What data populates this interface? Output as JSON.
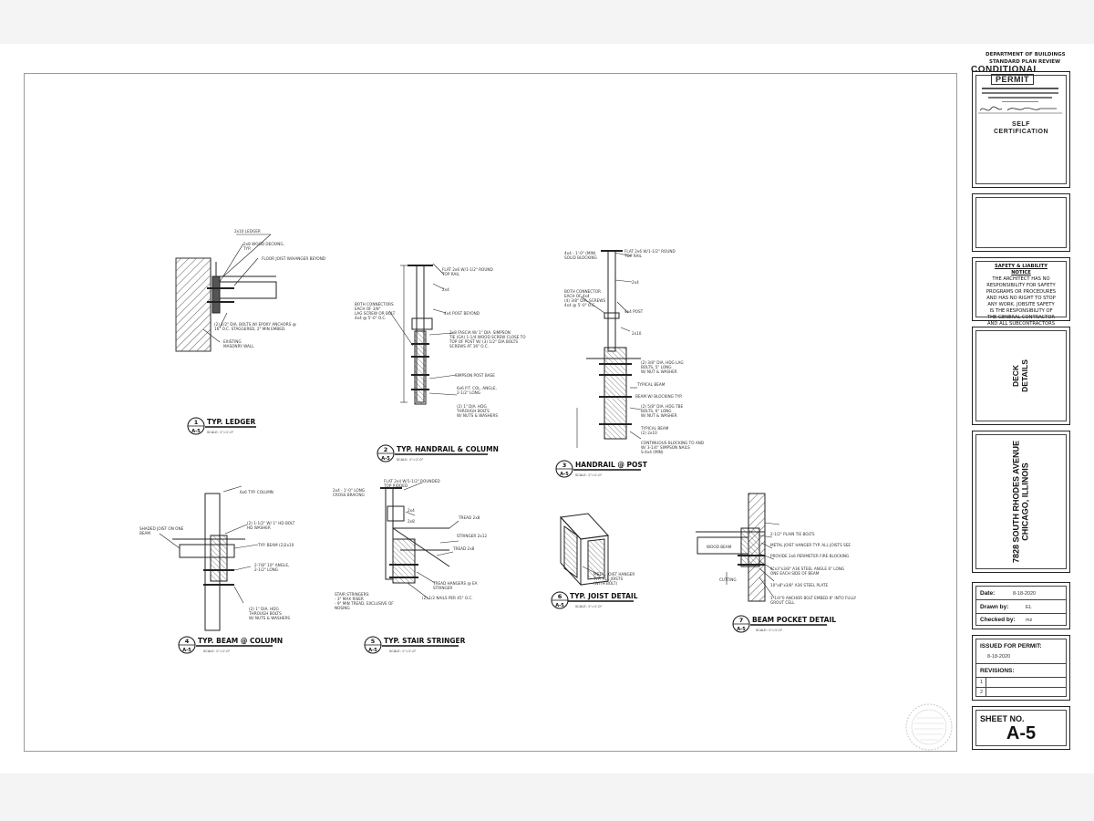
{
  "stamp": {
    "line1": "DEPARTMENT OF BUILDINGS",
    "line2": "STANDARD PLAN REVIEW",
    "title": "CONDITIONAL",
    "title2": "PERMIT",
    "self_cert": "SELF",
    "self_cert2": "CERTIFICATION"
  },
  "safety": {
    "heading": "SAFETY & LIABILITY",
    "heading2": "NOTICE",
    "body": [
      "THE ARCHITECT HAS NO",
      "RESPONSIBILITY FOR SAFETY",
      "PROGRAMS OR PROCEDURES",
      "AND HAS NO RIGHT TO STOP",
      "ANY WORK. JOBSITE SAFETY",
      "IS THE RESPONSIBILITY OF",
      "THE GENERAL CONTRACTOR",
      "AND ALL SUBCONTRACTORS"
    ]
  },
  "sheet_title": {
    "line1": "DECK",
    "line2": "DETAILS"
  },
  "address": {
    "line1": "7828 SOUTH RHODES AVENUE",
    "line2": "CHICAGO, ILLINOIS"
  },
  "info": {
    "date_label": "Date:",
    "date_value": "8-18-2020",
    "drawn_label": "Drawn by:",
    "drawn_value": "EL",
    "checked_label": "Checked by:",
    "checked_value": "mz"
  },
  "issued": {
    "label": "ISSUED FOR PERMIT:",
    "value": "8-18-2020",
    "revisions_label": "REVISIONS:",
    "rev1": "1",
    "rev2": "2"
  },
  "sheet": {
    "label": "SHEET NO.",
    "number": "A-5"
  },
  "details": [
    {
      "num": "1",
      "sheet": "A-5",
      "title": "TYP. LEDGER",
      "scale": "SCALE: 1\"=1'-0\""
    },
    {
      "num": "2",
      "sheet": "A-5",
      "title": "TYP. HANDRAIL & COLUMN",
      "scale": "SCALE: 1\"=1'-0\""
    },
    {
      "num": "3",
      "sheet": "A-5",
      "title": "HANDRAIL @ POST",
      "scale": "SCALE: 1\"=1'-0\""
    },
    {
      "num": "4",
      "sheet": "A-5",
      "title": "TYP. BEAM @ COLUMN",
      "scale": "SCALE: 1\"=1'-0\""
    },
    {
      "num": "5",
      "sheet": "A-5",
      "title": "TYP. STAIR STRINGER",
      "scale": "SCALE: 1\"=1'-0\""
    },
    {
      "num": "6",
      "sheet": "A-5",
      "title": "TYP. JOIST DETAIL",
      "scale": "SCALE: 1\"=1'-0\""
    },
    {
      "num": "7",
      "sheet": "A-5",
      "title": "BEAM POCKET DETAIL",
      "scale": "SCALE: 1\"=1'-0\""
    }
  ]
}
